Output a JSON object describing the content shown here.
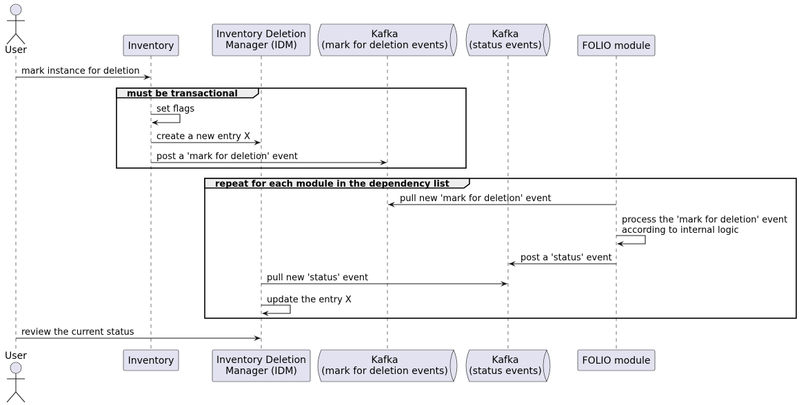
{
  "participants": [
    {
      "id": "user",
      "kind": "actor",
      "lines": [
        "User"
      ]
    },
    {
      "id": "inventory",
      "kind": "box",
      "lines": [
        "Inventory"
      ]
    },
    {
      "id": "idm",
      "kind": "box",
      "lines": [
        "Inventory Deletion",
        "Manager (IDM)"
      ]
    },
    {
      "id": "kafka_mark",
      "kind": "queue",
      "lines": [
        "Kafka",
        "(mark for deletion events)"
      ]
    },
    {
      "id": "kafka_status",
      "kind": "queue",
      "lines": [
        "Kafka",
        "(status events)"
      ]
    },
    {
      "id": "folio",
      "kind": "box",
      "lines": [
        "FOLIO module"
      ]
    }
  ],
  "groups": [
    {
      "label": "must be transactional"
    },
    {
      "label": "repeat for each module in the dependency list"
    }
  ],
  "messages": [
    {
      "from": "user",
      "to": "inventory",
      "lines": [
        "mark instance for deletion"
      ]
    },
    {
      "from": "inventory",
      "to": "inventory",
      "lines": [
        "set flags"
      ]
    },
    {
      "from": "inventory",
      "to": "idm",
      "lines": [
        "create a new entry X"
      ]
    },
    {
      "from": "inventory",
      "to": "kafka_mark",
      "lines": [
        "post a 'mark for deletion' event"
      ]
    },
    {
      "from": "folio",
      "to": "kafka_mark",
      "lines": [
        "pull new 'mark for deletion' event"
      ]
    },
    {
      "from": "folio",
      "to": "folio",
      "lines": [
        "process the 'mark for deletion' event",
        "according to internal logic"
      ]
    },
    {
      "from": "folio",
      "to": "kafka_status",
      "lines": [
        "post a 'status' event"
      ]
    },
    {
      "from": "idm",
      "to": "kafka_status",
      "lines": [
        "pull new 'status' event"
      ]
    },
    {
      "from": "idm",
      "to": "idm",
      "lines": [
        "update the entry X"
      ]
    },
    {
      "from": "user",
      "to": "idm",
      "lines": [
        "review the current status"
      ]
    }
  ]
}
